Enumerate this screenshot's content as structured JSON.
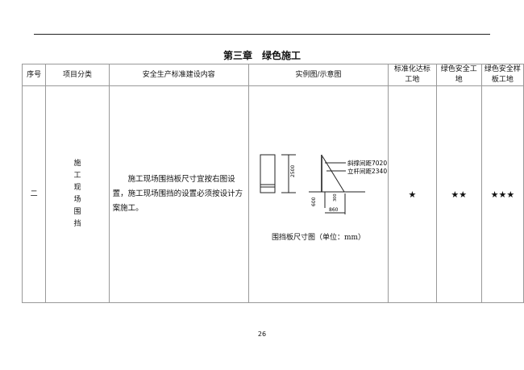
{
  "chapter_title": "第三章　绿色施工",
  "headers": [
    "序号",
    "项目分类",
    "安全生产标准建设内容",
    "实例图/示意图",
    "标准化达标工地",
    "绿色安全工地",
    "绿色安全样板工地"
  ],
  "row": {
    "no": "二",
    "category": "施工现场围挡",
    "content": "施工现场围挡板尺寸宜按右图设置，施工现场围挡的设置必须按设计方案施工。",
    "figure": {
      "caption": "围挡板尺寸图（单位：mm）",
      "height_label": "2500",
      "brace_label": "斜撑间距7020",
      "post_label": "立杆间距2340",
      "depth_label": "600",
      "depth2_label": "300",
      "width_label": "860"
    },
    "standard": "★",
    "green": "★★",
    "model": "★★★"
  },
  "page_number": "26"
}
